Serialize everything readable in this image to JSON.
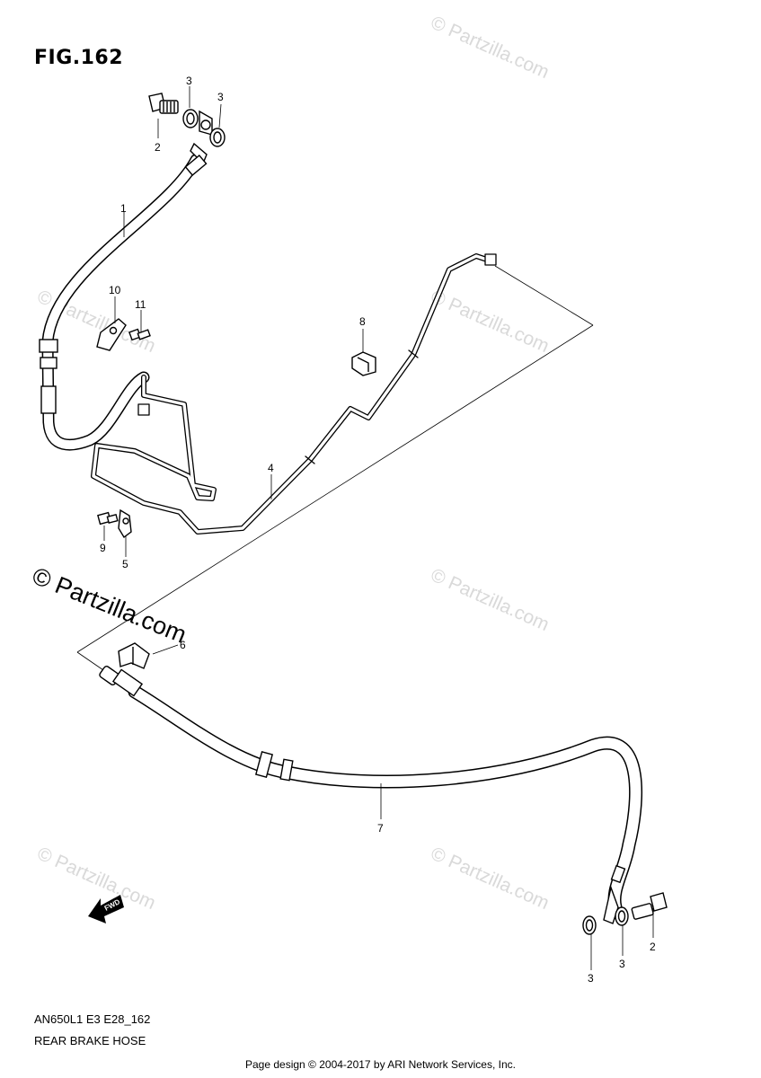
{
  "figure": {
    "title": "FIG.162"
  },
  "callouts": [
    {
      "id": "c1",
      "text": "1"
    },
    {
      "id": "c2a",
      "text": "2"
    },
    {
      "id": "c3a",
      "text": "3"
    },
    {
      "id": "c3b",
      "text": "3"
    },
    {
      "id": "c4",
      "text": "4"
    },
    {
      "id": "c5",
      "text": "5"
    },
    {
      "id": "c6",
      "text": "6"
    },
    {
      "id": "c7",
      "text": "7"
    },
    {
      "id": "c8",
      "text": "8"
    },
    {
      "id": "c9",
      "text": "9"
    },
    {
      "id": "c10",
      "text": "10"
    },
    {
      "id": "c11",
      "text": "11"
    },
    {
      "id": "c2b",
      "text": "2"
    },
    {
      "id": "c3c",
      "text": "3"
    },
    {
      "id": "c3d",
      "text": "3"
    }
  ],
  "fwd_label": "FWD",
  "watermark": {
    "faint": "© Partzilla.com",
    "main": "© Partzilla.com"
  },
  "model_code": "AN650L1 E3 E28_162",
  "caption": "REAR BRAKE HOSE",
  "footer": "Page design © 2004-2017 by ARI Network Services, Inc."
}
